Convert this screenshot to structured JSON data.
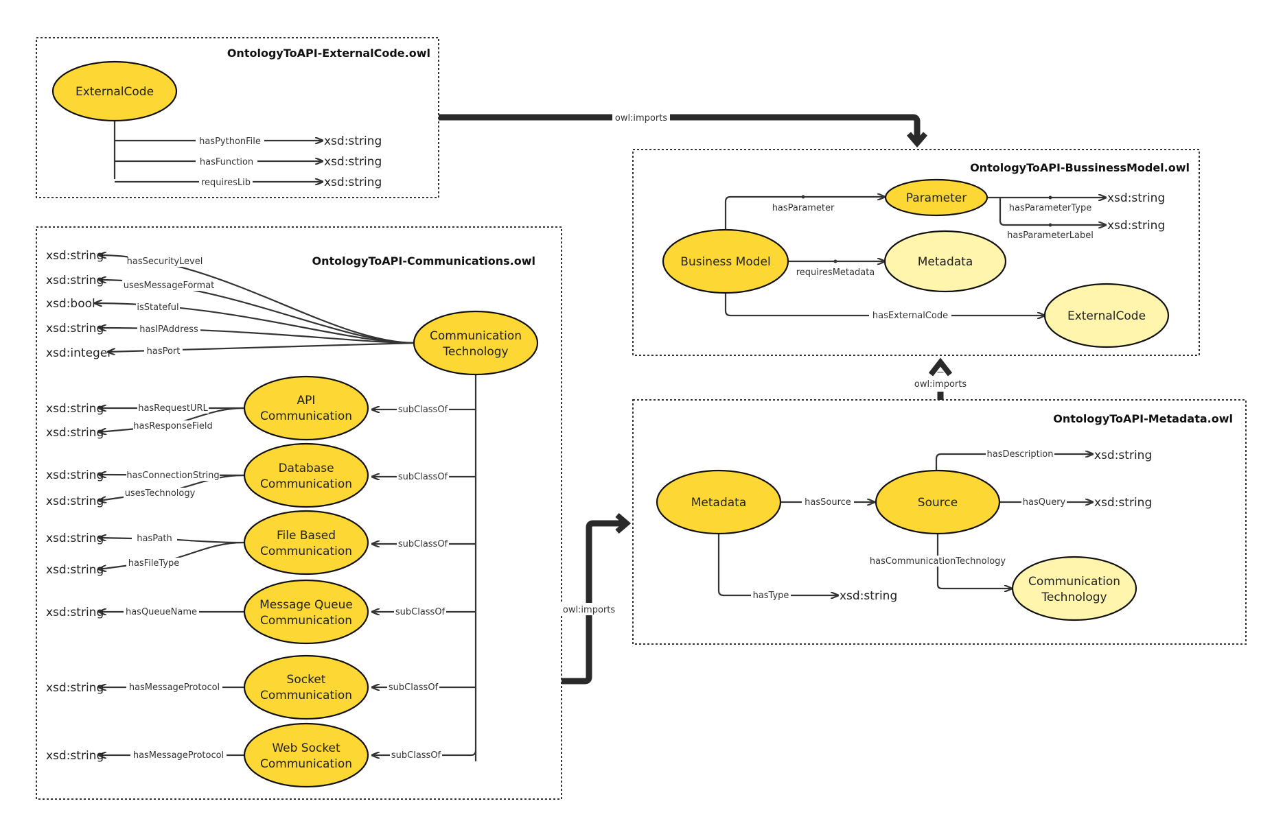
{
  "frames": {
    "external": "OntologyToAPI-ExternalCode.owl",
    "communications": "OntologyToAPI-Communications.owl",
    "business": "OntologyToAPI-BussinessModel.owl",
    "metadata": "OntologyToAPI-Metadata.owl"
  },
  "imports_label": "owl:imports",
  "subclass_label": "subClassOf",
  "external": {
    "class": "ExternalCode",
    "props": [
      {
        "label": "hasPythonFile",
        "type": "xsd:string"
      },
      {
        "label": "hasFunction",
        "type": "xsd:string"
      },
      {
        "label": "requiresLib",
        "type": "xsd:string"
      }
    ]
  },
  "communications": {
    "root": [
      "Communication",
      "Technology"
    ],
    "root_props": [
      {
        "label": "hasSecurityLevel",
        "type": "xsd:string"
      },
      {
        "label": "usesMessageFormat",
        "type": "xsd:string"
      },
      {
        "label": "isStateful",
        "type": "xsd:bool"
      },
      {
        "label": "hasIPAddress",
        "type": "xsd:string"
      },
      {
        "label": "hasPort",
        "type": "xsd:integer"
      }
    ],
    "subclasses": [
      {
        "name": [
          "API",
          "Communication"
        ],
        "props": [
          {
            "label": "hasRequestURL",
            "type": "xsd:string"
          },
          {
            "label": "hasResponseField",
            "type": "xsd:string"
          }
        ]
      },
      {
        "name": [
          "Database",
          "Communication"
        ],
        "props": [
          {
            "label": "hasConnectionString",
            "type": "xsd:string"
          },
          {
            "label": "usesTechnology",
            "type": "xsd:string"
          }
        ]
      },
      {
        "name": [
          "File Based",
          "Communication"
        ],
        "props": [
          {
            "label": "hasPath",
            "type": "xsd:string"
          },
          {
            "label": "hasFileType",
            "type": "xsd:string"
          }
        ]
      },
      {
        "name": [
          "Message Queue",
          "Communication"
        ],
        "props": [
          {
            "label": "hasQueueName",
            "type": "xsd:string"
          }
        ]
      },
      {
        "name": [
          "Socket",
          "Communication"
        ],
        "props": [
          {
            "label": "hasMessageProtocol",
            "type": "xsd:string"
          }
        ]
      },
      {
        "name": [
          "Web Socket",
          "Communication"
        ],
        "props": [
          {
            "label": "hasMessageProtocol",
            "type": "xsd:string"
          }
        ]
      }
    ]
  },
  "business": {
    "model": "Business Model",
    "parameter": "Parameter",
    "metadata": "Metadata",
    "external": "ExternalCode",
    "has_parameter": "hasParameter",
    "requires_metadata": "requiresMetadata",
    "has_external_code": "hasExternalCode",
    "param_props": [
      {
        "label": "hasParameterType",
        "type": "xsd:string"
      },
      {
        "label": "hasParameterLabel",
        "type": "xsd:string"
      }
    ]
  },
  "metadata": {
    "metadata": "Metadata",
    "source": "Source",
    "comm": [
      "Communication",
      "Technology"
    ],
    "has_source": "hasSource",
    "has_type": {
      "label": "hasType",
      "type": "xsd:string"
    },
    "has_comm": "hasCommunicationTechnology",
    "source_props": [
      {
        "label": "hasDescription",
        "type": "xsd:string"
      },
      {
        "label": "hasQuery",
        "type": "xsd:string"
      }
    ]
  },
  "colors": {
    "class_fill": "#fdd835",
    "imported_fill": "#fff5ad",
    "stroke": "#111111"
  }
}
